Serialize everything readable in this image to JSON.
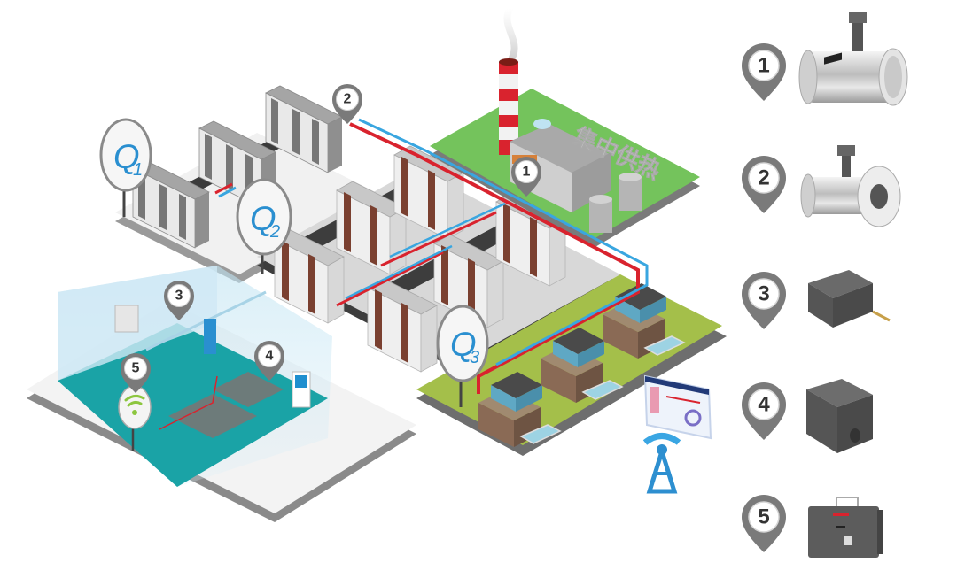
{
  "diagram": {
    "title_3d_text": "集中供热",
    "colors": {
      "supply_pipe": "#d9232e",
      "return_pipe": "#39a6e0",
      "grass": "#74c35c",
      "villa_grass": "#a4bf4a",
      "road": "#333333",
      "floor_teal": "#1aa3a6",
      "pin_gray": "#7a7a7a",
      "q_blue": "#2a8fd0",
      "wifi_green": "#8cc63f"
    },
    "scene_pins": [
      {
        "id": "1",
        "label": "1",
        "location": "heat-plant"
      },
      {
        "id": "2",
        "label": "2",
        "location": "building-cluster-inlet"
      },
      {
        "id": "3",
        "label": "3",
        "location": "household-room-radiator"
      },
      {
        "id": "4",
        "label": "4",
        "location": "household-room-floor-heating"
      },
      {
        "id": "5",
        "label": "5",
        "location": "wireless-collector"
      }
    ],
    "q_signs": [
      {
        "id": "q1",
        "letter": "Q",
        "sub": "1"
      },
      {
        "id": "q2",
        "letter": "Q",
        "sub": "2"
      },
      {
        "id": "q3",
        "letter": "Q",
        "sub": "3"
      }
    ],
    "legend": [
      {
        "pin": "1",
        "device": "large ultrasonic heat flow meter",
        "icon": "flow-meter-large"
      },
      {
        "pin": "2",
        "device": "ultrasonic heat meter",
        "icon": "flow-meter-medium"
      },
      {
        "pin": "3",
        "device": "household heat meter with temperature probes",
        "icon": "heat-meter-small"
      },
      {
        "pin": "4",
        "device": "household heat meter",
        "icon": "heat-meter-compact"
      },
      {
        "pin": "5",
        "device": "wireless data concentrator",
        "icon": "data-concentrator"
      }
    ]
  }
}
